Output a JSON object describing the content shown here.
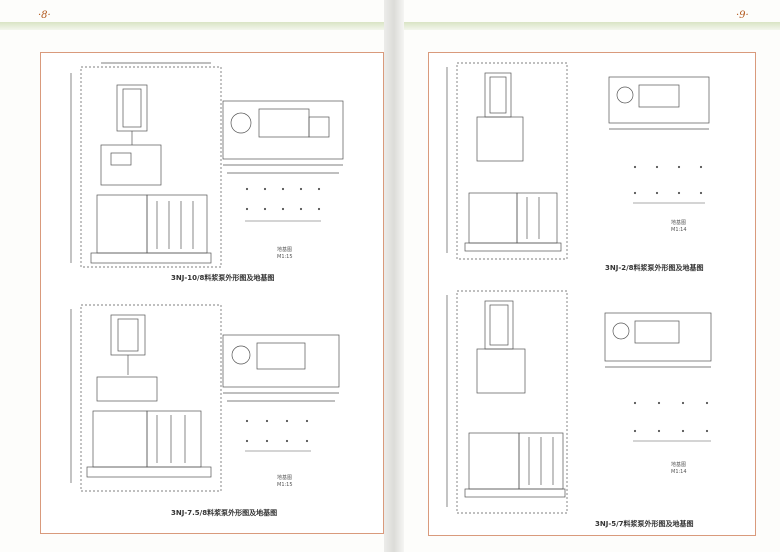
{
  "pages": {
    "left": {
      "number": "·8·"
    },
    "right": {
      "number": "·9·"
    }
  },
  "left_panels": [
    {
      "caption": "3NJ-10/8料浆泵外形图及地基图",
      "plan_label": "地基图",
      "scale": "M1:15"
    },
    {
      "caption": "3NJ-7.5/8料浆泵外形图及地基图",
      "plan_label": "地基图",
      "scale": "M1:15"
    }
  ],
  "right_panels": [
    {
      "caption": "3NJ-2/8料浆泵外形图及地基图",
      "plan_label": "地基图",
      "scale": "M1:14"
    },
    {
      "caption": "3NJ-5/7料浆泵外形图及地基图",
      "plan_label": "地基图",
      "scale": "M1:14"
    }
  ],
  "colors": {
    "accent": "#b35a1f",
    "border": "#d99a7c",
    "line": "#555555"
  }
}
